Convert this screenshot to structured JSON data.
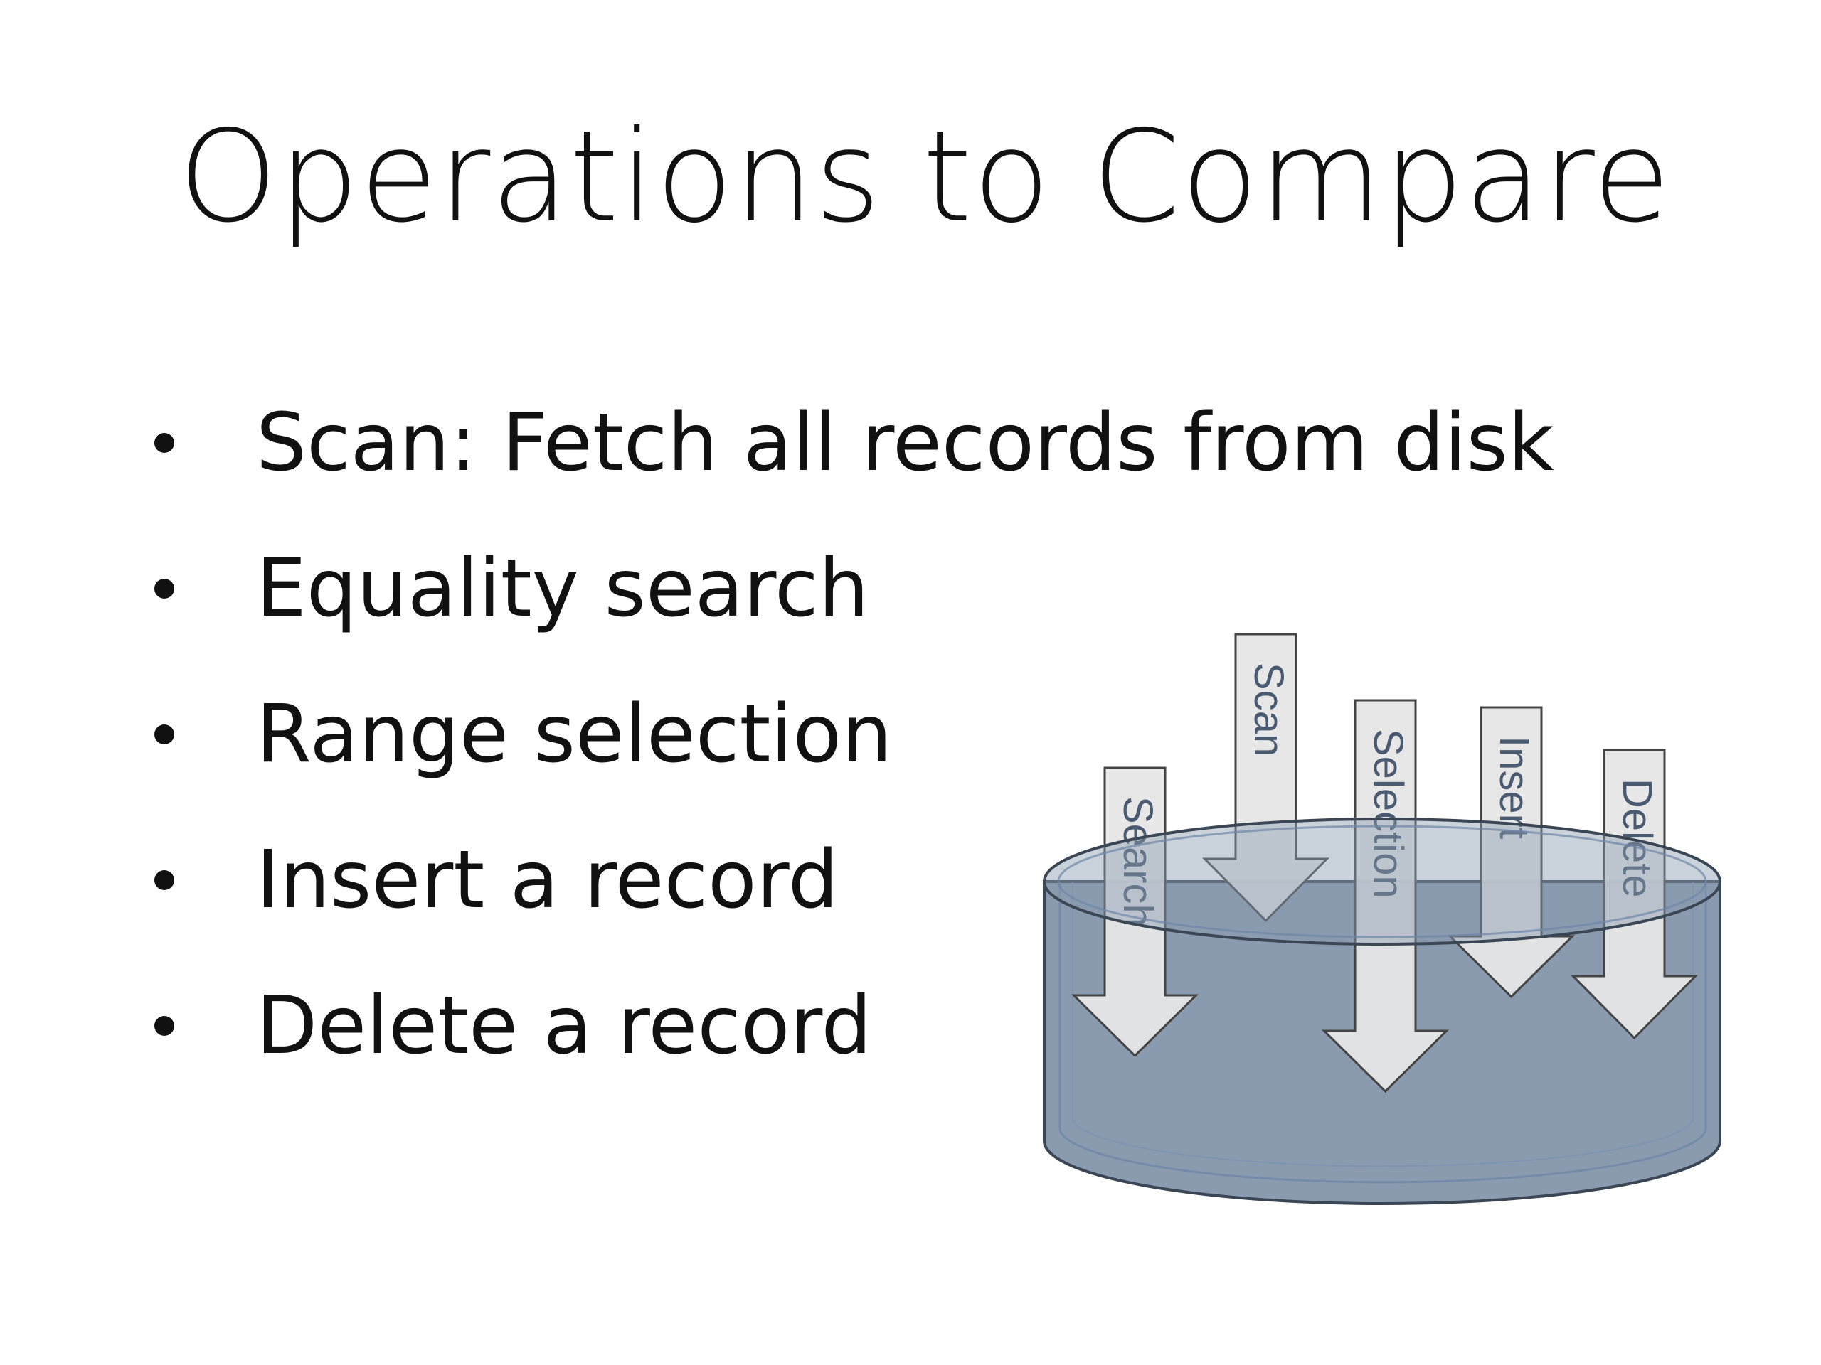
{
  "slide": {
    "title": "Operations to Compare",
    "bullets": [
      "Scan: Fetch all records from disk",
      "Equality search",
      "Range selection",
      "Insert a record",
      "Delete a record"
    ]
  },
  "diagram": {
    "container": "disk-cylinder",
    "arrows": [
      {
        "id": "search",
        "label": "Search"
      },
      {
        "id": "scan",
        "label": "Scan"
      },
      {
        "id": "selection",
        "label": "Selection"
      },
      {
        "id": "insert",
        "label": "Insert"
      },
      {
        "id": "delete",
        "label": "Delete"
      }
    ],
    "colors": {
      "cylinder_fill": "#8a9bb0",
      "cylinder_stroke": "#3b4655",
      "arrow_fill": "#e6e6e6",
      "arrow_stroke": "#444444",
      "label_color": "#4a5a70",
      "text_color": "#111111"
    }
  }
}
